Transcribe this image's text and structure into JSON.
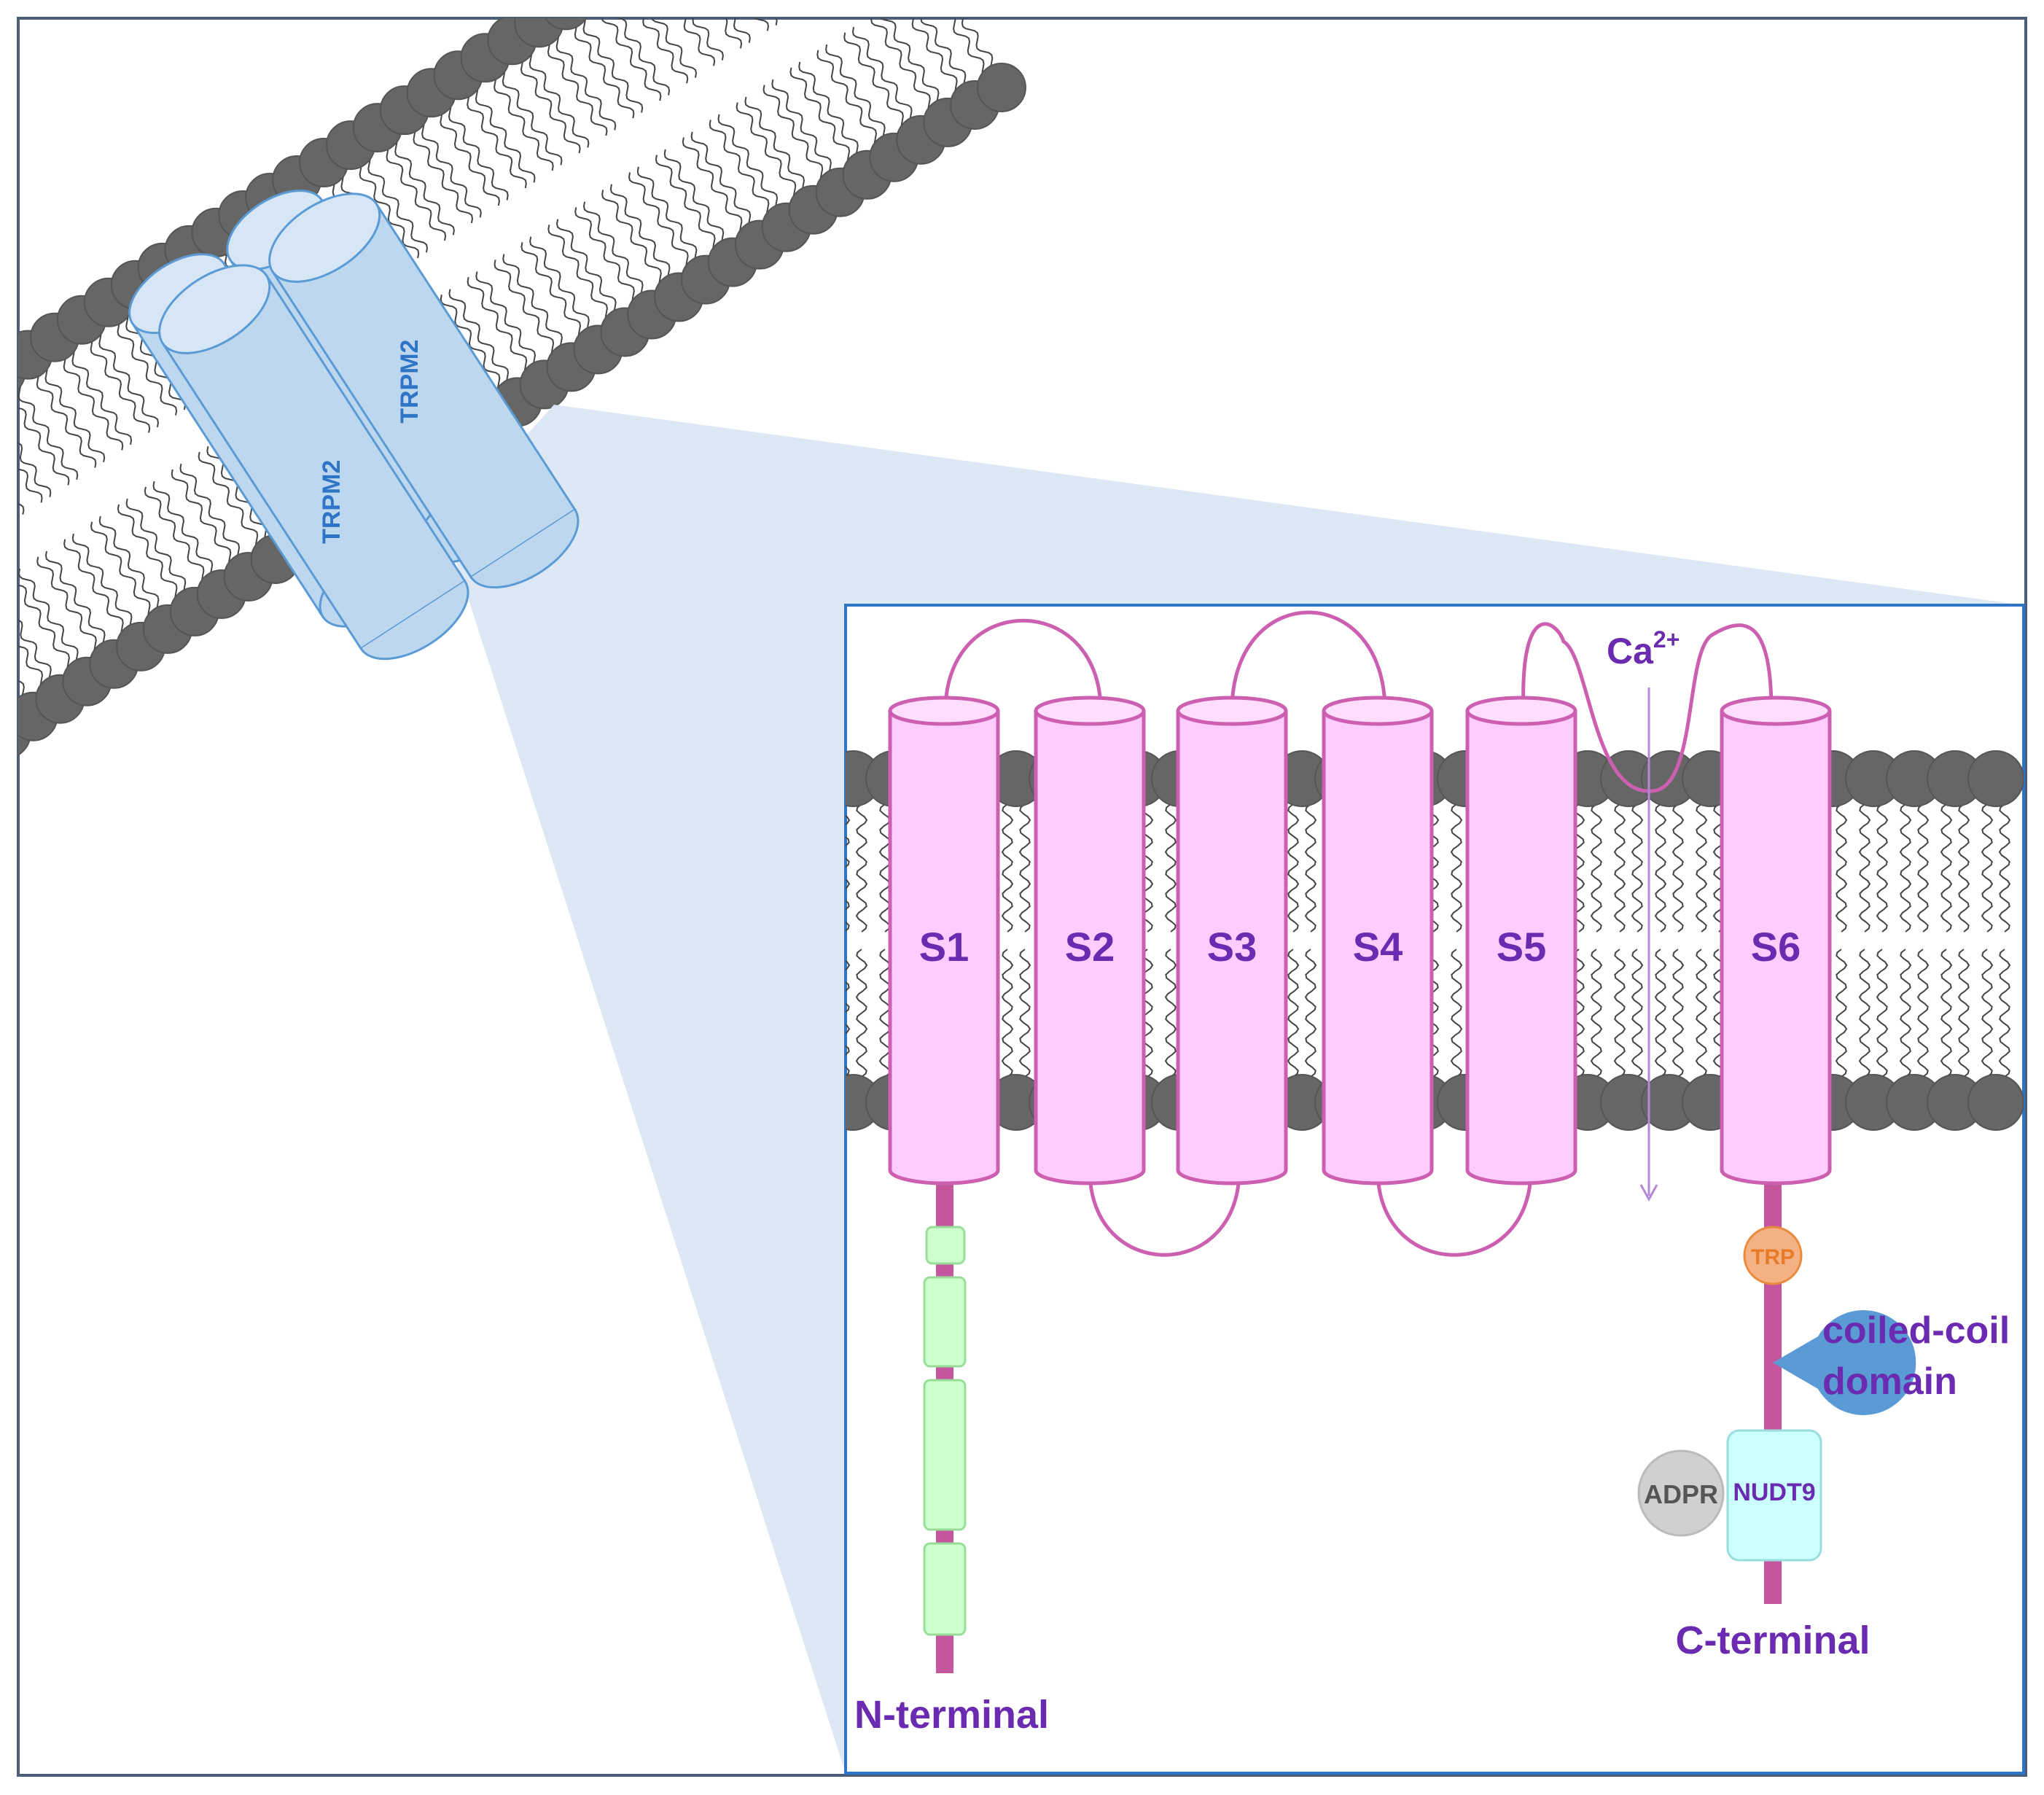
{
  "channel": {
    "subunit_labels": [
      "TRPM2",
      "TRPM2"
    ]
  },
  "segments": [
    "S1",
    "S2",
    "S3",
    "S4",
    "S5",
    "S6"
  ],
  "ion": {
    "symbol": "Ca",
    "charge": "2+"
  },
  "domains": {
    "trp": "TRP",
    "coiled_coil_line1": "coiled-coil",
    "coiled_coil_line2": "domain",
    "nudt9": "NUDT9",
    "adpr": "ADPR"
  },
  "termini": {
    "n_terminal": "N-terminal",
    "c_terminal": "C-terminal"
  },
  "colors": {
    "membrane_head": "#666666",
    "channel_fill": "#bdd7ee",
    "channel_stroke": "#5b9bd5",
    "helix_fill": "#ffccff",
    "helix_stroke": "#cc5fb0",
    "ankyrin_fill": "#ccffcc",
    "trp_fill": "#f4b183",
    "coiled_coil_fill": "#5b9bd5",
    "nudt9_fill": "#ccffff",
    "adpr_fill": "#d0d0d0",
    "label_purple": "#6a2bb0"
  }
}
